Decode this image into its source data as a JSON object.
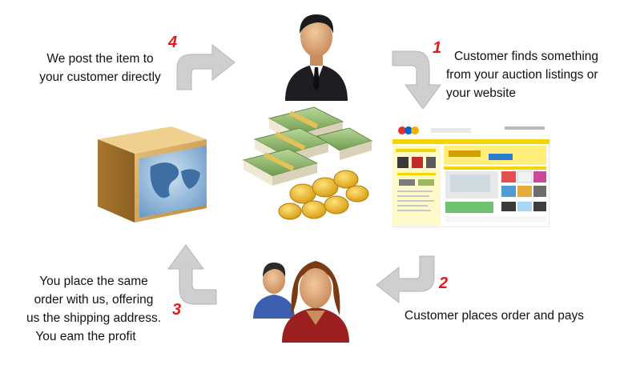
{
  "steps": [
    {
      "number": "1",
      "text_lines": [
        "Customer finds something",
        "from your auction listings or",
        "your website"
      ]
    },
    {
      "number": "2",
      "text_lines": [
        "Customer places order and pays"
      ]
    },
    {
      "number": "3",
      "text_lines": [
        "You place the same",
        "order with us, offering",
        "us the shipping address.",
        "You eam the profit"
      ]
    },
    {
      "number": "4",
      "text_lines": [
        "We post the item to",
        "your customer directly"
      ]
    }
  ],
  "colors": {
    "step_number": "#e01b1b",
    "arrow_gray": "#c9c9c9",
    "money_green": "#7ea85a",
    "coin_gold": "#e8b21a",
    "box_tan": "#c79a45",
    "site_yellow": "#f5d400"
  },
  "icons": [
    "customer-avatar-icon",
    "shopping-website-icon",
    "merchant-people-icon",
    "shipping-box-icon",
    "money-stack-icon"
  ]
}
